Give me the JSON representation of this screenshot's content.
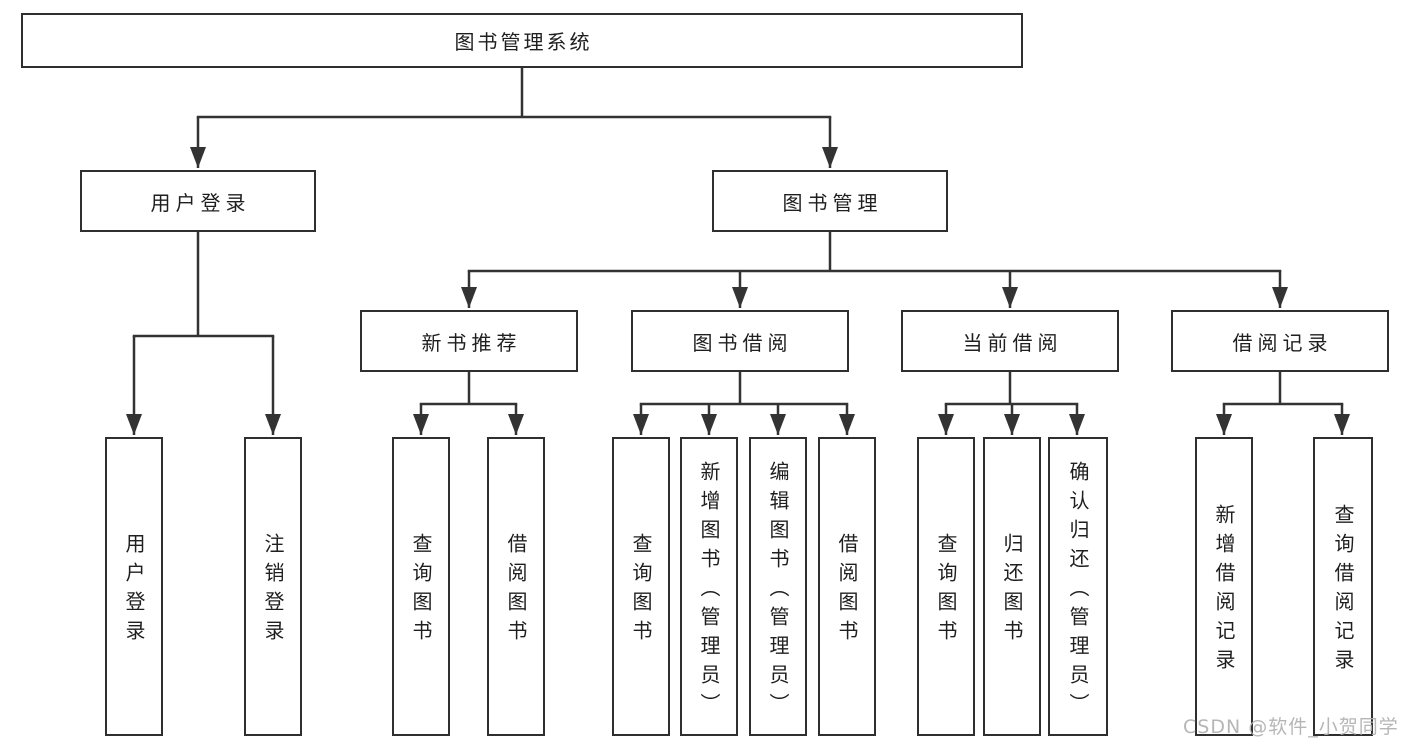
{
  "diagram": {
    "root": {
      "label": "图书管理系统"
    },
    "branches": [
      {
        "label": "用户登录",
        "children": [
          {
            "label": "用户登录"
          },
          {
            "label": "注销登录"
          }
        ]
      },
      {
        "label": "图书管理",
        "children": [
          {
            "label": "新书推荐",
            "children": [
              {
                "label": "查询图书"
              },
              {
                "label": "借阅图书"
              }
            ]
          },
          {
            "label": "图书借阅",
            "children": [
              {
                "label": "查询图书"
              },
              {
                "label": "新增图书（管理员）"
              },
              {
                "label": "编辑图书（管理员）"
              },
              {
                "label": "借阅图书"
              }
            ]
          },
          {
            "label": "当前借阅",
            "children": [
              {
                "label": "查询图书"
              },
              {
                "label": "归还图书"
              },
              {
                "label": "确认归还（管理员）"
              }
            ]
          },
          {
            "label": "借阅记录",
            "children": [
              {
                "label": "新增借阅记录"
              },
              {
                "label": "查询借阅记录"
              }
            ]
          }
        ]
      }
    ]
  },
  "watermark": {
    "text": "CSDN @软件_小贺同学",
    "color": "#b0b0b0"
  },
  "colors": {
    "line": "#333333",
    "border": "#2f2f2f",
    "text": "#1f1f1f",
    "background": "#ffffff"
  }
}
